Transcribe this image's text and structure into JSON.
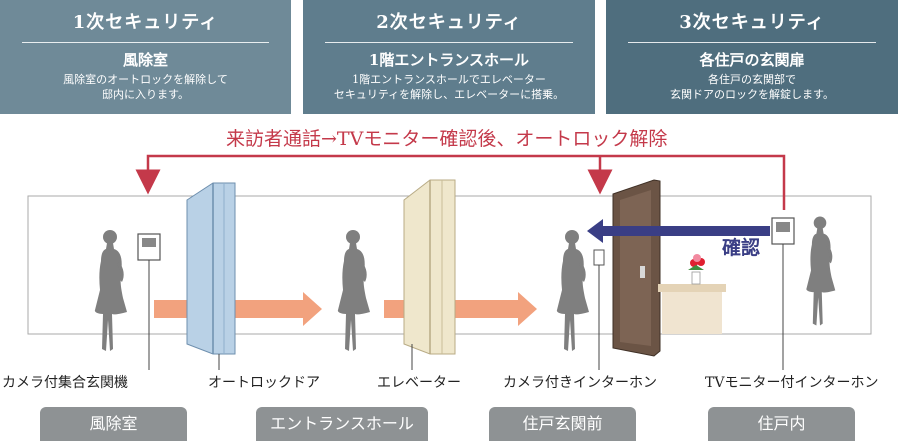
{
  "panels": [
    {
      "title": "1次セキュリティ",
      "subtitle": "風除室",
      "desc_lines": [
        "風除室のオートロックを解除して",
        "邸内に入ります。"
      ],
      "color": "#6f8a98"
    },
    {
      "title": "2次セキュリティ",
      "subtitle": "1階エントランスホール",
      "desc_lines": [
        "1階エントランスホールでエレベーター",
        "セキュリティを解除し、エレベーターに搭乗。"
      ],
      "color": "#5f7d8d"
    },
    {
      "title": "3次セキュリティ",
      "subtitle": "各住戸の玄関扉",
      "desc_lines": [
        "各住戸の玄関部で",
        "玄関ドアのロックを解錠します。"
      ],
      "color": "#4f6e7e"
    }
  ],
  "banner": "来訪者通話→TVモニター確認後、オートロック解除",
  "confirm_label": "確認",
  "device_labels": [
    "カメラ付集合玄関機",
    "オートロックドア",
    "エレベーター",
    "カメラ付きインターホン",
    "TVモニター付インターホン"
  ],
  "locations": [
    "風除室",
    "エントランスホール",
    "住戸玄関前",
    "住戸内"
  ],
  "colors": {
    "banner": "#c4394a",
    "arrow_flow": "#f2a27e",
    "confirm_arrow": "#3a3e85",
    "silhouette": "#7f7f7f",
    "location_tab": "#8e9294"
  }
}
